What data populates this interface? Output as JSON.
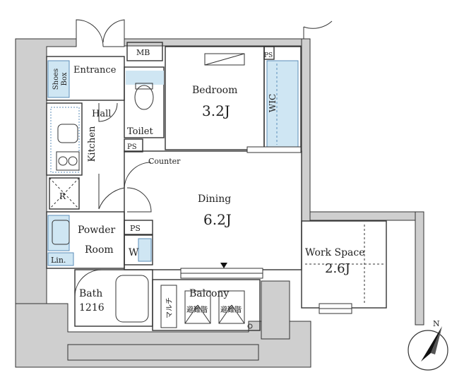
{
  "rooms": {
    "entrance": "Entrance",
    "shoes_box_line1": "Shoes",
    "shoes_box_line2": "Box",
    "mb": "MB",
    "hall": "Hall",
    "kitchen": "Kitchen",
    "toilet": "Toilet",
    "ps_toilet": "PS",
    "ps_bedroom": "PS",
    "ps_powder": "PS",
    "counter": "Counter",
    "refrigerator": "R",
    "bedroom": "Bedroom",
    "bedroom_size": "3.2J",
    "wic": "WIC",
    "dining": "Dining",
    "dining_size": "6.2J",
    "powder_room_line1": "Powder",
    "powder_room_line2": "Room",
    "washer": "W",
    "linen": "Lin.",
    "bath": "Bath",
    "bath_size": "1216",
    "balcony": "Balcony",
    "multi": "マルチ",
    "stairs_down": "避難階",
    "stairs_up": "避難階",
    "work_space": "Work Space",
    "work_space_size": "2.6J"
  },
  "compass": {
    "north_label": "N"
  },
  "colors": {
    "wall": "#cfcfcf",
    "line": "#333333",
    "storage": "#cfe6f3",
    "storage_dash": "#5b8db8",
    "balcony_floor": "#e5e5e5"
  }
}
